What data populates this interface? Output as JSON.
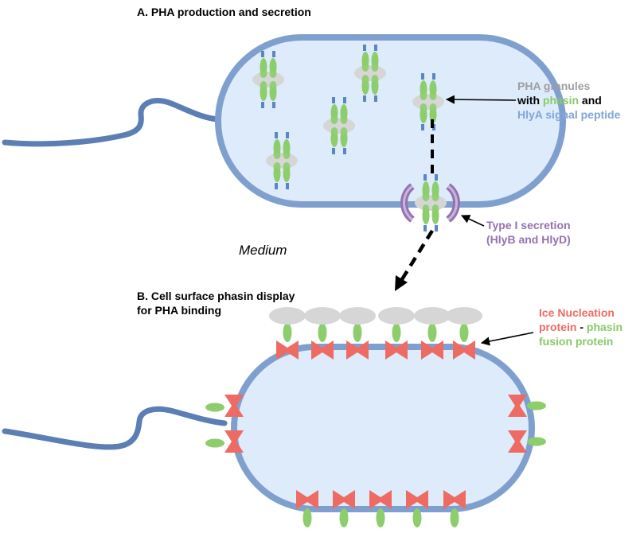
{
  "panel_a": {
    "title": "A. PHA production and secretion",
    "granule_label": {
      "line1": "PHA granules",
      "line2_prefix": "with ",
      "line2_phasin": "phasin",
      "line2_suffix": " and",
      "line3": "HlyA signal peptide"
    },
    "secretion_label": {
      "line1": "Type I secretion",
      "line2": "(HlyB and HlyD)"
    }
  },
  "medium_label": "Medium",
  "panel_b": {
    "title_line1": "B. Cell surface phasin display",
    "title_line2": "for PHA binding",
    "fusion_label": {
      "line1": "Ice Nucleation",
      "line2_protein": "protein",
      "line2_dash": " - ",
      "line2_phasin": "phasin",
      "line3": "fusion protein"
    }
  },
  "colors": {
    "membrane": "#7fa0cf",
    "cytoplasm": "#deebfb",
    "flagellum": "#5b7fb5",
    "granule": "#d6d6d6",
    "phasin": "#8cce6c",
    "signal_peptide": "#5b86c5",
    "transporter": "#9572b1",
    "ice_nucleation": "#ee6b63"
  }
}
